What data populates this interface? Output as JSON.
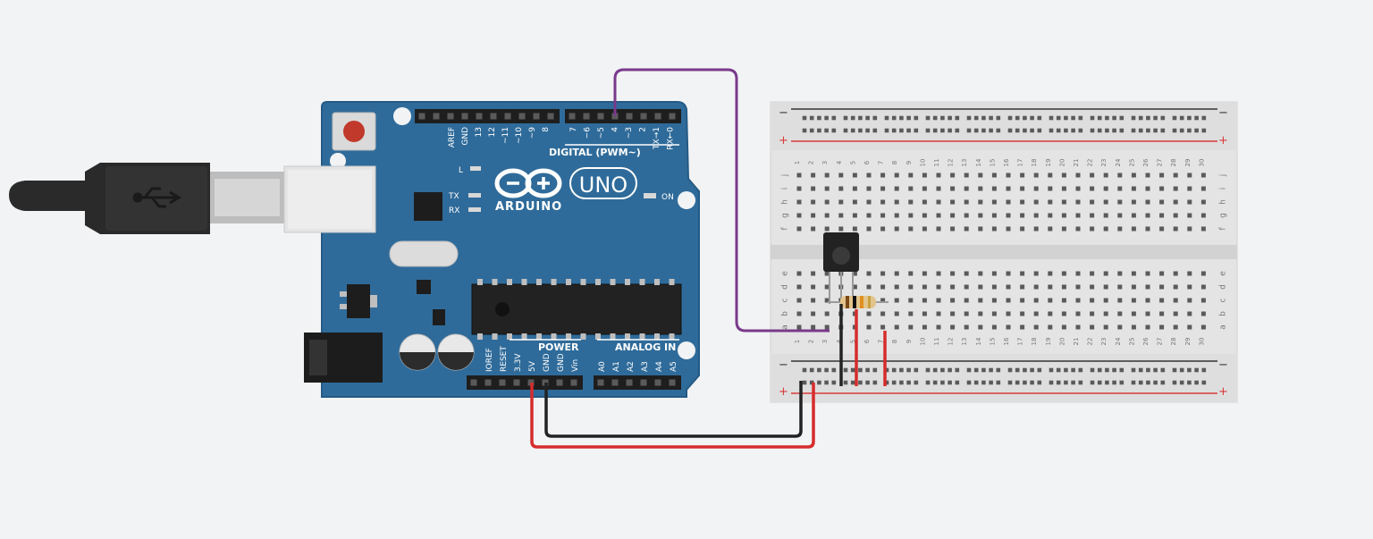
{
  "colors": {
    "background": "#f2f3f5",
    "board": "#2f6b9a",
    "board_edge": "#255a85",
    "header": "#1e1e1e",
    "breadboard": "#e4e4e4",
    "rail_red": "#d83a3a",
    "rail_black": "#333333",
    "wire_signal": "#7a3a8c",
    "wire_power": "#d62c2c",
    "wire_ground": "#222222",
    "usb_cable": "#2a2a2a"
  },
  "arduino": {
    "brand": "ARDUINO",
    "model": "UNO",
    "digital_label": "DIGITAL (PWM~)",
    "power_label": "POWER",
    "analog_label": "ANALOG IN",
    "on_label": "ON",
    "led_l": "L",
    "led_tx": "TX",
    "led_rx": "RX",
    "digital_pins_left": [
      "AREF",
      "GND",
      "13",
      "12",
      "~11",
      "~10",
      "~9",
      "8"
    ],
    "digital_pins_right": [
      "7",
      "~6",
      "~5",
      "4",
      "~3",
      "2",
      "TX→1",
      "RX←0"
    ],
    "power_pins": [
      "IOREF",
      "RESET",
      "3.3V",
      "5V",
      "GND",
      "GND",
      "Vin"
    ],
    "analog_pins": [
      "A0",
      "A1",
      "A2",
      "A3",
      "A4",
      "A5"
    ]
  },
  "breadboard": {
    "columns": 30,
    "top_rows": [
      "j",
      "i",
      "h",
      "g",
      "f"
    ],
    "bottom_rows": [
      "e",
      "d",
      "c",
      "b",
      "a"
    ],
    "minus": "−",
    "plus": "+"
  },
  "components": {
    "sensor": "ir-receiver",
    "resistor": "resistor"
  }
}
